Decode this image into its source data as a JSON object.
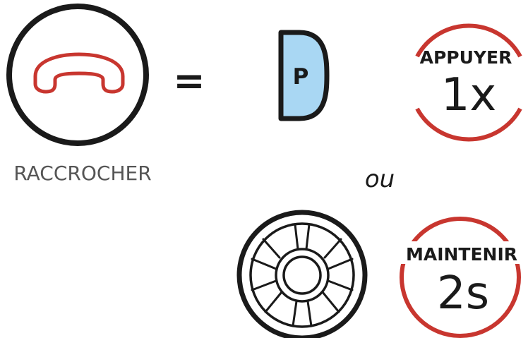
{
  "action": {
    "label": "RACCROCHER",
    "icon": "hang-up-phone-icon"
  },
  "equals_sign": "=",
  "or_text": "ou",
  "option_one": {
    "button_icon": "phone-button-icon",
    "button_letter": "P",
    "instruction_top": "APPUYER",
    "instruction_bottom": "1x"
  },
  "option_two": {
    "button_icon": "jog-dial-icon",
    "instruction_top": "MAINTENIR",
    "instruction_bottom": "2s"
  },
  "colors": {
    "accent_red": "#c8362f",
    "button_fill": "#a9d7f3",
    "outline": "#1a1a1a",
    "label_gray": "#555555"
  }
}
